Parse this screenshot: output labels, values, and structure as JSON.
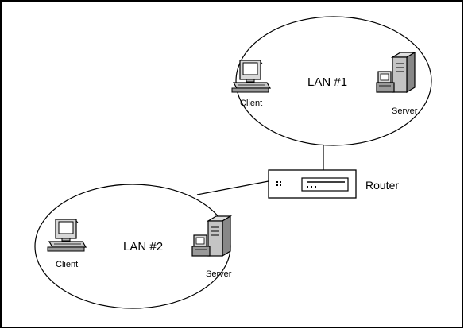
{
  "lan1": {
    "label": "LAN #1",
    "client_label": "Client",
    "server_label": "Server"
  },
  "lan2": {
    "label": "LAN #2",
    "client_label": "Client",
    "server_label": "Server"
  },
  "router": {
    "label": "Router"
  }
}
